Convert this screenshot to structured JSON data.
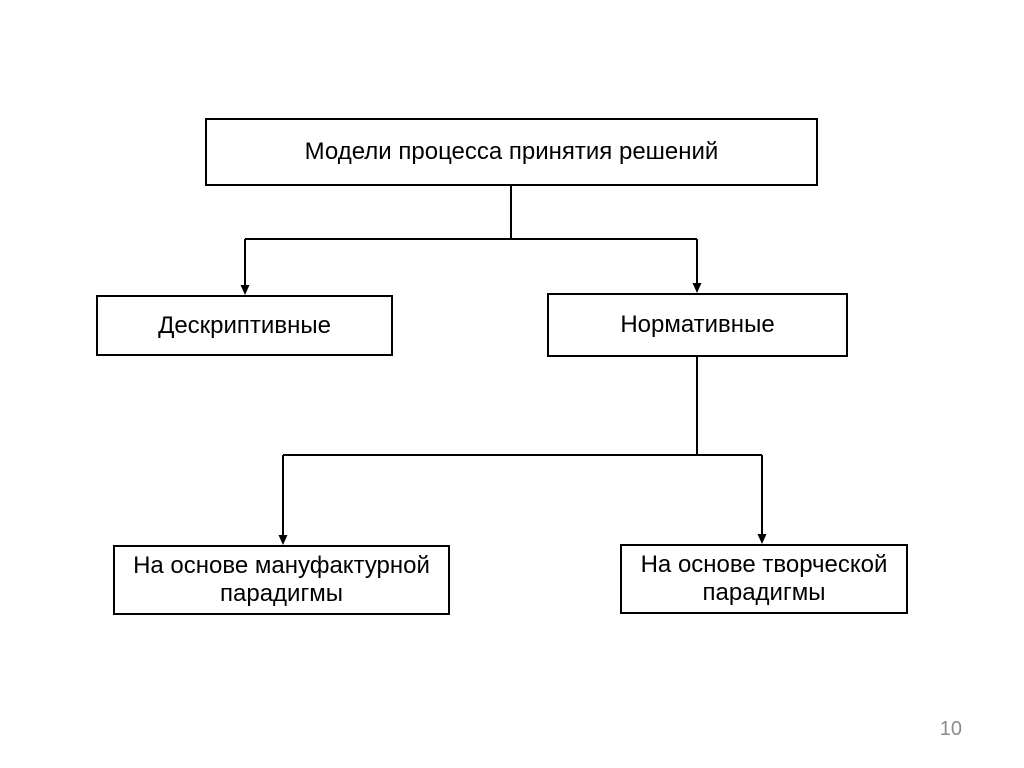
{
  "page": {
    "background": "#ffffff",
    "page_number": "10",
    "page_number_color": "#8c8c8c"
  },
  "diagram": {
    "type": "flowchart",
    "line_color": "#000000",
    "box_border_color": "#000000",
    "box_fill_color": "#ffffff",
    "text_color": "#000000",
    "nodes": {
      "root": {
        "label": "Модели процесса принятия решений"
      },
      "descriptive": {
        "label": "Дескриптивные"
      },
      "normative": {
        "label": "Нормативные"
      },
      "manufacturing": {
        "label": "На основе мануфактурной парадигмы"
      },
      "creative": {
        "label": "На основе творческой парадигмы"
      }
    },
    "edges": [
      {
        "from": "root",
        "to": "descriptive",
        "arrow": "down"
      },
      {
        "from": "root",
        "to": "normative",
        "arrow": "down"
      },
      {
        "from": "normative",
        "to": "manufacturing",
        "arrow": "down"
      },
      {
        "from": "normative",
        "to": "creative",
        "arrow": "down"
      }
    ]
  }
}
